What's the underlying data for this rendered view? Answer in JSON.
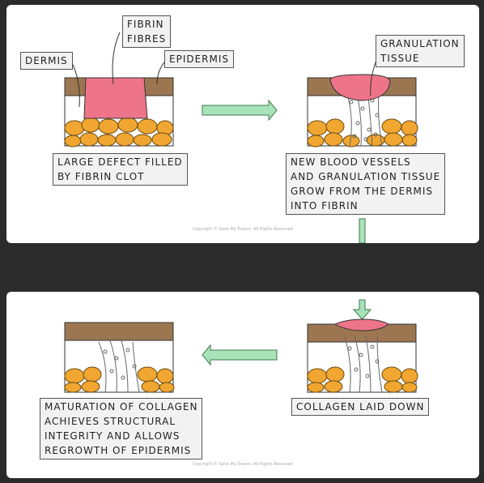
{
  "labels": {
    "fibrin": "FIBRIN\nFIBRES",
    "dermis": "DERMIS",
    "epidermis": "EPIDERMIS",
    "granulation": "GRANULATION\nTISSUE",
    "step1": "LARGE DEFECT FILLED\nBY FIBRIN CLOT",
    "step2": "NEW BLOOD VESSELS\nAND GRANULATION TISSUE\nGROW FROM THE DERMIS\nINTO FIBRIN",
    "step3": "COLLAGEN LAID DOWN",
    "step4": "MATURATION OF COLLAGEN\nACHIEVES STRUCTURAL\nINTEGRITY AND ALLOWS\nREGROWTH OF EPIDERMIS"
  },
  "copyright": "Copyright © Save My Exams. All Rights Reserved",
  "colors": {
    "skin": "#9b7650",
    "fat": "#f0a630",
    "clot": "#ee7489",
    "arrow": "#a8e2b8",
    "arrow_stroke": "#3e7a52",
    "label_bg": "#f2f2f2"
  }
}
